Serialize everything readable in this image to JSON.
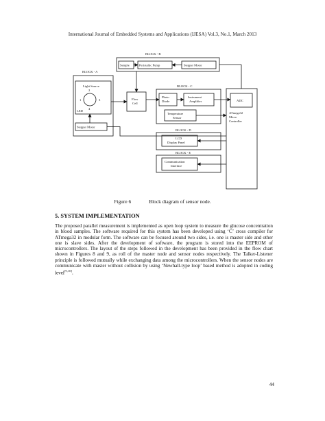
{
  "header": "International Journal of Embedded Systems and Applications (IJESA) Vol.3, No.1, March 2013",
  "diagram": {
    "block_labels": {
      "a": "BLOCK - A",
      "b": "BLOCK - B",
      "c": "BLOCK - C",
      "d": "BLOCK - D",
      "e": "BLOCK - E"
    },
    "blocks": {
      "sample": "Sample",
      "pump": "Peristaltic Pump",
      "stepper_top": "Stepper Motor",
      "light_source": "Light Source",
      "led": "LED",
      "led_nums": [
        "1",
        "2",
        "3",
        "4"
      ],
      "stepper_left": "Stepper Motor",
      "flow_cell": [
        "Flow",
        "Cell"
      ],
      "photo_diode": [
        "Photo",
        "Diode"
      ],
      "amplifier": [
        "Instrument",
        "Amplifier"
      ],
      "adc": "ADC",
      "mcu": [
        "ATmega32",
        "Micro",
        "Controller"
      ],
      "temp_sensor": [
        "Temperature",
        "Sensor"
      ],
      "lcd": [
        "LCD",
        "Display Panel"
      ],
      "comm": [
        "Communication",
        "Interface"
      ]
    }
  },
  "caption": {
    "figure": "Figure 6",
    "text": "Block diagram of sensor node."
  },
  "section": {
    "title": "5. SYSTEM IMPLEMENTATION"
  },
  "paragraph": {
    "text": "The proposed parallel measurement is implemented as open loop system to measure the glucose concentration in blood samples. The software required for this system has been developed using ‘C’ cross compiler for ATmega32 in modular form. The software can be focused around two sides, i.e. one is master side and other one is slave sides. After the development of software, the program is stored into the EEPROM of microcontrollers. The layout of the steps followed in the development has been provided in the flow chart shown in Figures 8 and 9, as roll of the master node and sensor nodes respectively. The Talker-Listener principle is followed mutually while exchanging data among the microcontrollers. When the sensor nodes are communicate with master without collision by using ‘Newhall-type loop’ based method is adopted in coding level",
    "citation": "[9,10]",
    "end": "."
  },
  "page_number": "44"
}
